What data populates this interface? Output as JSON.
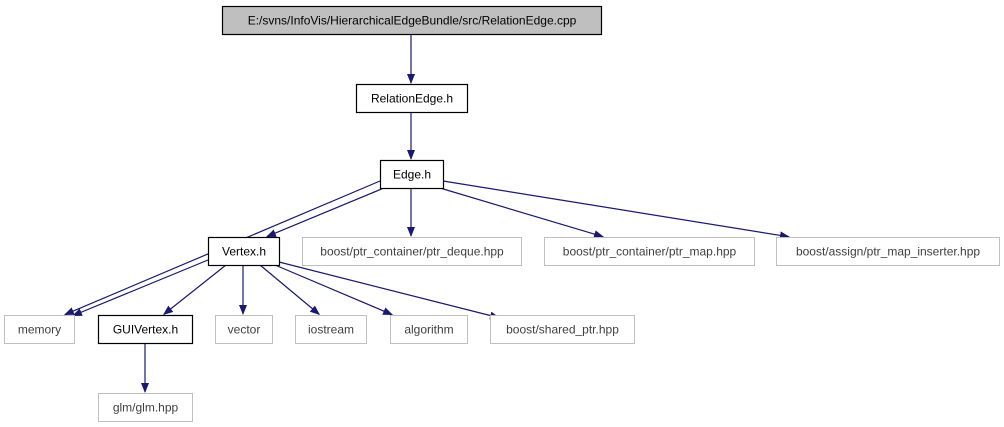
{
  "colors": {
    "edge": "#191970",
    "root_fill": "#bfbfbf",
    "node_border_dark": "#000000",
    "node_border_light": "#bfbfbf",
    "text_dark": "#000000",
    "text_light": "#3f3f3f",
    "background": "#ffffff"
  },
  "nodes": [
    {
      "id": "root",
      "label": "E:/svns/InfoVis/HierarchicalEdgeBundle/src/RelationEdge.cpp",
      "style": "root"
    },
    {
      "id": "relationedge_h",
      "label": "RelationEdge.h",
      "style": "normal"
    },
    {
      "id": "edge_h",
      "label": "Edge.h",
      "style": "normal"
    },
    {
      "id": "vertex_h",
      "label": "Vertex.h",
      "style": "normal"
    },
    {
      "id": "ptr_deque",
      "label": "boost/ptr_container/ptr_deque.hpp",
      "style": "external"
    },
    {
      "id": "ptr_map",
      "label": "boost/ptr_container/ptr_map.hpp",
      "style": "external"
    },
    {
      "id": "ptr_map_inserter",
      "label": "boost/assign/ptr_map_inserter.hpp",
      "style": "external"
    },
    {
      "id": "memory",
      "label": "memory",
      "style": "external"
    },
    {
      "id": "guivertex_h",
      "label": "GUIVertex.h",
      "style": "normal"
    },
    {
      "id": "vector",
      "label": "vector",
      "style": "external"
    },
    {
      "id": "iostream",
      "label": "iostream",
      "style": "external"
    },
    {
      "id": "algorithm",
      "label": "algorithm",
      "style": "external"
    },
    {
      "id": "shared_ptr",
      "label": "boost/shared_ptr.hpp",
      "style": "external"
    },
    {
      "id": "glm",
      "label": "glm/glm.hpp",
      "style": "external"
    }
  ],
  "edges": [
    {
      "from": "root",
      "to": "relationedge_h"
    },
    {
      "from": "relationedge_h",
      "to": "edge_h"
    },
    {
      "from": "edge_h",
      "to": "memory"
    },
    {
      "from": "edge_h",
      "to": "vertex_h"
    },
    {
      "from": "edge_h",
      "to": "ptr_deque"
    },
    {
      "from": "edge_h",
      "to": "ptr_map"
    },
    {
      "from": "edge_h",
      "to": "ptr_map_inserter"
    },
    {
      "from": "vertex_h",
      "to": "memory"
    },
    {
      "from": "vertex_h",
      "to": "guivertex_h"
    },
    {
      "from": "vertex_h",
      "to": "vector"
    },
    {
      "from": "vertex_h",
      "to": "iostream"
    },
    {
      "from": "vertex_h",
      "to": "algorithm"
    },
    {
      "from": "vertex_h",
      "to": "shared_ptr"
    },
    {
      "from": "guivertex_h",
      "to": "glm"
    }
  ]
}
